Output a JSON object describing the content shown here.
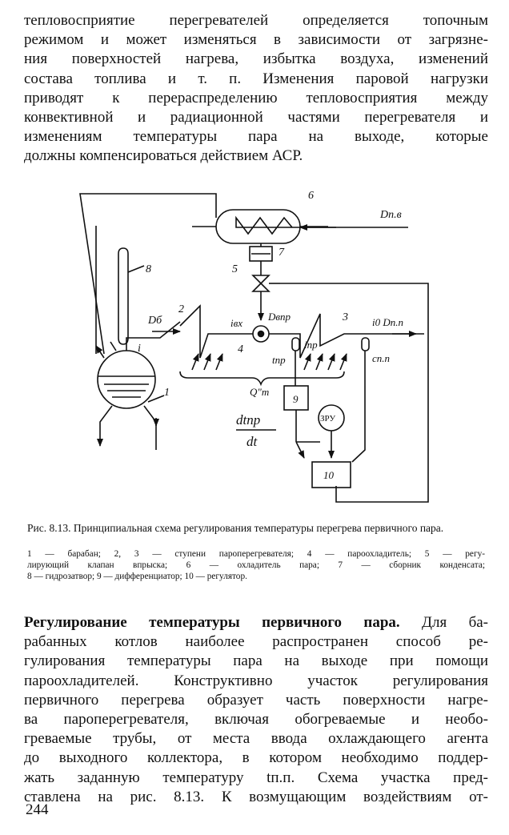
{
  "top_paragraph": [
    "тепловосприятие перегревателей определяется топочным",
    "режимом и может изменяться в зависимости от загрязне-",
    "ния поверхностей нагрева, избытка воздуха, изменений",
    "состава топлива и т. п. Изменения паровой нагрузки",
    "приводят к перераспределению тепловосприятия между",
    "конвективной и радиационной частями перегревателя и",
    "изменениям температуры пара на выходе, которые",
    "должны компенсироваться действием АСР."
  ],
  "figure": {
    "labels": {
      "n1": "1",
      "n2": "2",
      "n3": "3",
      "n4": "4",
      "n5": "5",
      "n6": "6",
      "n7": "7",
      "n8": "8",
      "n9": "9",
      "n10": "10",
      "d_pv": "Dп.в",
      "d_b": "Dб",
      "i": "i",
      "i_vx": "iвх",
      "d_vpr": "Dвпр",
      "i_pr": "iпр",
      "t_pr": "tпр",
      "i0_dpp": "i0 Dп.п",
      "c_pp": "cп.п",
      "q_t": "Q\"т",
      "zru": "ЗРУ",
      "dt_num": "dtпр",
      "dt_den": "dt"
    }
  },
  "caption": {
    "title": "Рис. 8.13. Принципиальная схема регулирования температуры перегрева первичного пара.",
    "legend": [
      "1 — барабан; 2, 3 — ступени пароперегревателя; 4 — пароохладитель; 5 — регу-",
      "лирующий клапан впрыска; 6 — охладитель пара; 7 — сборник конденсата;",
      "8 — гидрозатвор; 9 — дифференциатор; 10 — регулятор."
    ]
  },
  "bottom_paragraph": {
    "heading": "Регулирование температуры первичного пара.",
    "first_line_rest": " Для ба-",
    "lines": [
      "рабанных котлов наиболее распространен способ ре-",
      "гулирования температуры пара на выходе при помощи",
      "пароохладителей. Конструктивно участок регулирования",
      "первичного перегрева образует часть поверхности нагре-",
      "ва пароперегревателя, включая обогреваемые и необо-",
      "греваемые трубы, от места ввода охлаждающего агента",
      "до выходного коллектора, в котором необходимо поддер-",
      "жать заданную температуру tп.п. Схема участка пред-",
      "ставлена на рис. 8.13. К возмущающим воздействиям от-"
    ]
  },
  "page_number": "244"
}
